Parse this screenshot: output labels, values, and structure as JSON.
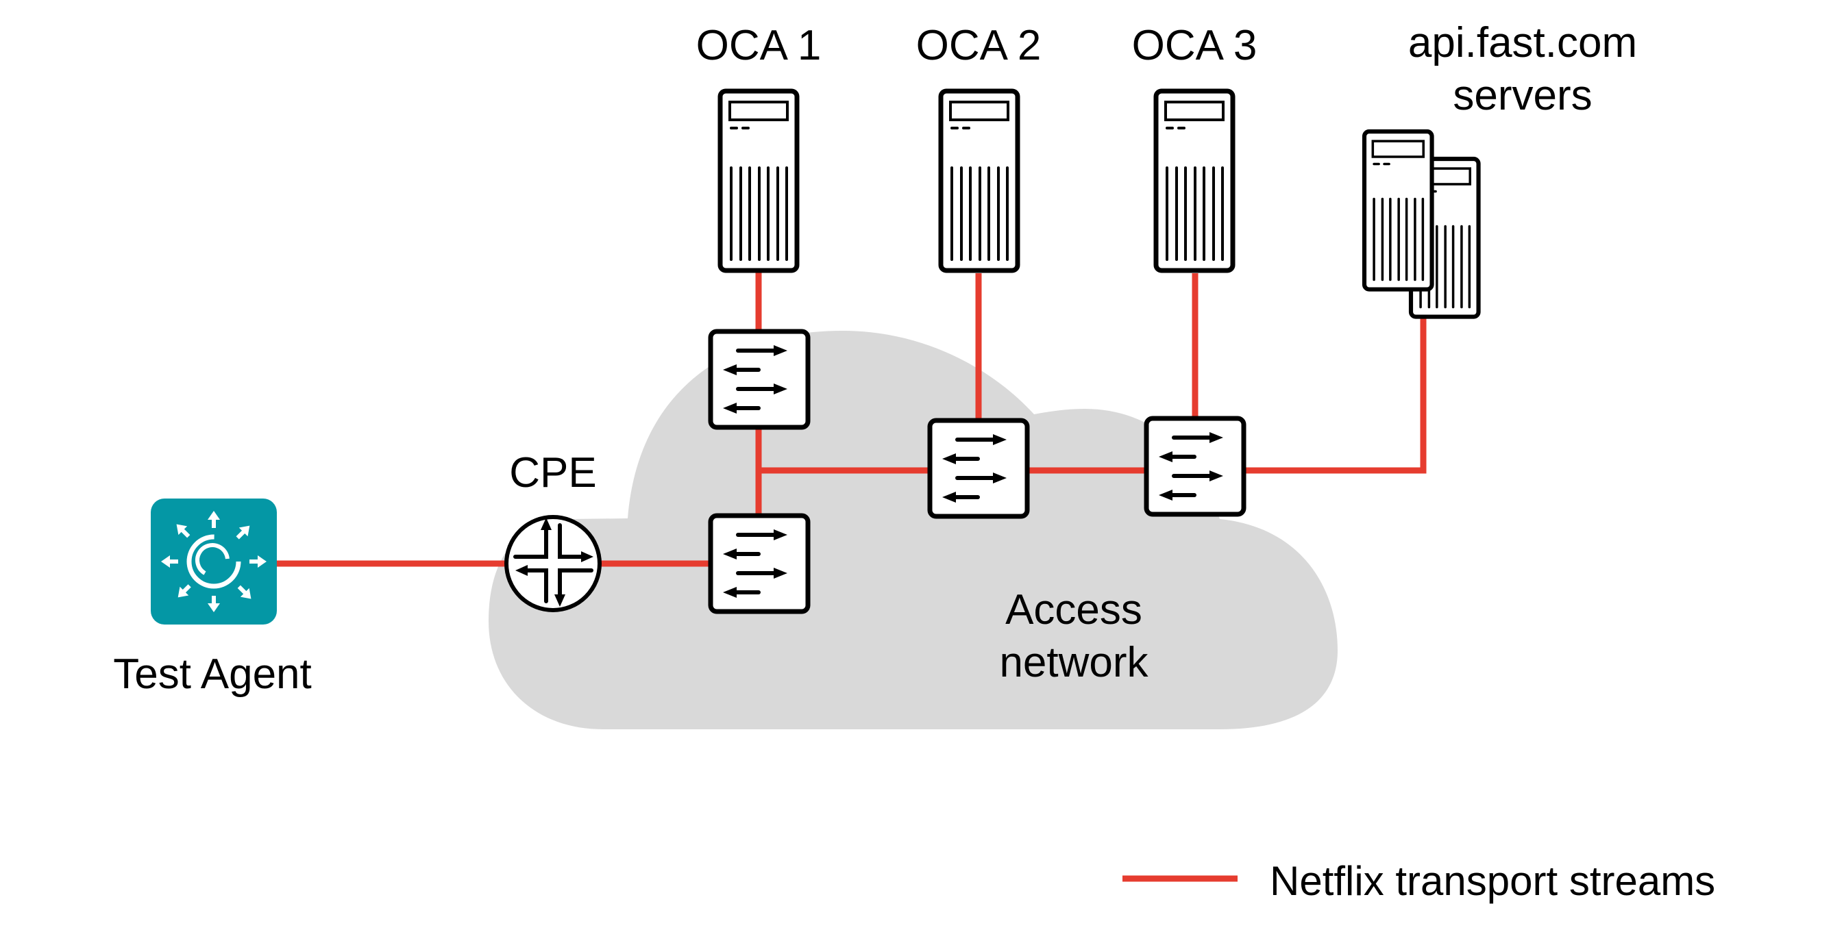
{
  "diagram": {
    "title": "Netflix fast.com test path",
    "nodes": {
      "test_agent": {
        "label": "Test Agent",
        "icon": "test-agent-icon",
        "color": "#0497a5"
      },
      "cpe": {
        "label": "CPE",
        "icon": "router-icon"
      },
      "oca_1": {
        "label": "OCA 1",
        "icon": "server-icon"
      },
      "oca_2": {
        "label": "OCA 2",
        "icon": "server-icon"
      },
      "oca_3": {
        "label": "OCA 3",
        "icon": "server-icon"
      },
      "api_servers": {
        "label_line1": "api.fast.com",
        "label_line2": "servers",
        "icon": "server-stack-icon"
      },
      "access_network": {
        "label_line1": "Access",
        "label_line2": "network",
        "color": "#d9d9d9"
      }
    },
    "switches": [
      {
        "id": "switch-access",
        "icon": "switch-icon"
      },
      {
        "id": "switch-oca-1",
        "icon": "switch-icon"
      },
      {
        "id": "switch-oca-2",
        "icon": "switch-icon"
      },
      {
        "id": "switch-oca-3",
        "icon": "switch-icon"
      }
    ],
    "links": [
      {
        "from": "Test Agent",
        "to": "CPE"
      },
      {
        "from": "CPE",
        "to": "switch-access"
      },
      {
        "from": "switch-access",
        "to": "switch-oca-1"
      },
      {
        "from": "switch-oca-1",
        "to": "OCA 1"
      },
      {
        "from": "switch-access",
        "to": "switch-oca-2"
      },
      {
        "from": "switch-oca-2",
        "to": "OCA 2"
      },
      {
        "from": "switch-oca-2",
        "to": "switch-oca-3"
      },
      {
        "from": "switch-oca-3",
        "to": "OCA 3"
      },
      {
        "from": "switch-oca-3",
        "to": "api.fast.com servers"
      }
    ],
    "link_color": "#e63c2f",
    "legend": {
      "label": "Netflix transport streams",
      "color": "#e63c2f"
    }
  }
}
